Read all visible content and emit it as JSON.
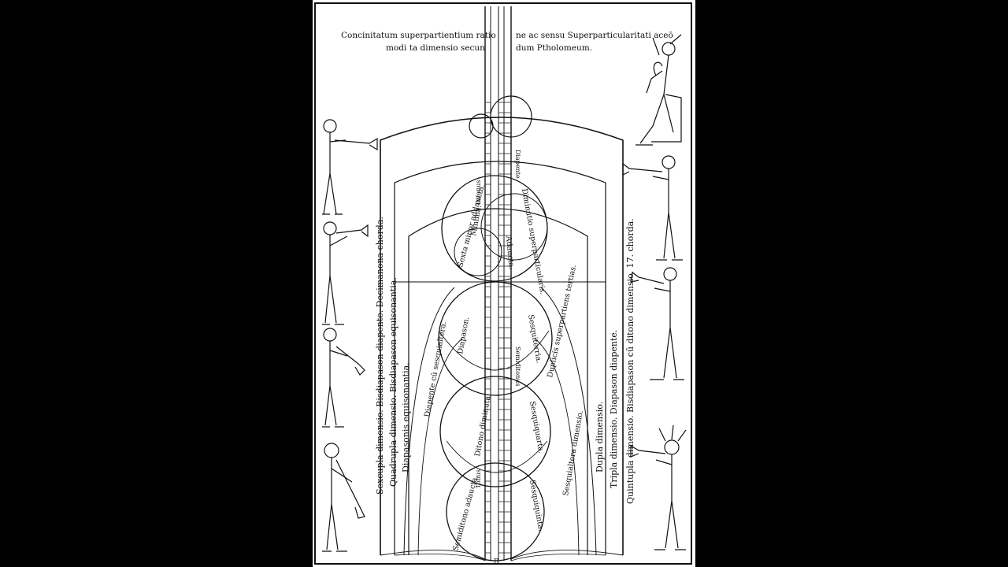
{
  "header": {
    "left_line1": "Concinitatum superpartientium ratio",
    "left_line2": "modi ta dimensio secun",
    "right_line1": "ne ac sensu Superparticularitati aceō",
    "right_line2": "dum Ptholomeum."
  },
  "left_labels": [
    "Sexcupla dimensio. Bisdiapason diapente. Decimanona chorda.",
    "Quadrupla dimensio. Bisdiapason equisonantia.",
    "Diapasonis equisonantia."
  ],
  "right_labels": [
    "Quintupla dimensio. Bisdiapason cū ditono dimensio. 17. chorda.",
    "Tripla dimensio. Diapason diapente.",
    "Dupla dimensio."
  ],
  "circle_labels": {
    "top_left": "Sexta minor addaucta.",
    "top_left_inner": "Minima.",
    "top_right": "Diminutio superparticularis.",
    "top_right_inner": "Adaucta.",
    "mid_left": "Diapason.",
    "mid_left_outer": "Diapente cū sesquialtera.",
    "mid_right": "Sesquiterria.",
    "mid_right_outer": "Duplicis superpartiens tertias.",
    "low_left": "Ditono diminuta.",
    "low_right": "Sesquiquarta.",
    "low_right_outer": "Sesquialtera dimensio.",
    "bottom_left": "Semiditono adaucta.",
    "bottom_right": "Sesquiquinta."
  },
  "notes": [
    "Diapente",
    "Ditonus",
    "Semiditonus",
    "Tonus"
  ],
  "footer_glyph": "B"
}
